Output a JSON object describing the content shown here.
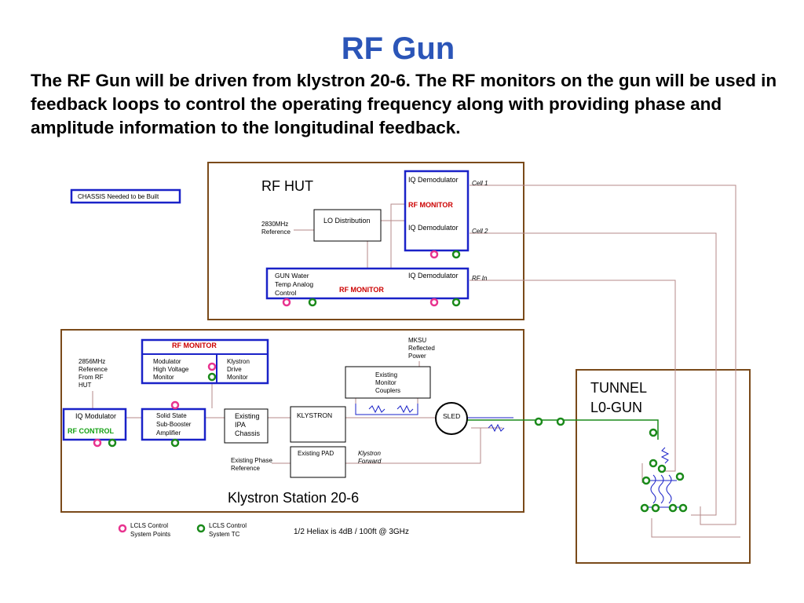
{
  "title": "RF Gun",
  "intro": "The RF Gun will be driven from klystron 20-6.  The RF monitors on the gun will be used in feedback loops to control the operating frequency along with providing phase and amplitude information to the longitudinal feedback.",
  "chassis_note": "CHASSIS Needed to be Built",
  "rf_hut": {
    "label": "RF HUT",
    "lo_distribution": "LO Distribution",
    "ref_2830": [
      "2830MHz",
      "Reference"
    ],
    "iq_demod_1": "IQ Demodulator",
    "rf_monitor_top": "RF MONITOR",
    "iq_demod_2": "IQ Demodulator",
    "iq_demod_3": "IQ Demodulator",
    "gun_water": [
      "GUN Water",
      "Temp Analog",
      "Control"
    ],
    "rf_monitor_bottom": "RF MONITOR",
    "cell1": "Cell 1",
    "cell2": "Cell 2",
    "rf_in": "RF In"
  },
  "klystron_station": {
    "label": "Klystron Station 20-6",
    "rf_monitor": "RF MONITOR",
    "modulator_hv": [
      "Modulator",
      "High Voltage",
      "Monitor"
    ],
    "klystron_drive": [
      "Klystron",
      "Drive",
      "Monitor"
    ],
    "ref_2856": [
      "2856MHz",
      "Reference",
      "From RF",
      "HUT"
    ],
    "iq_modulator": "IQ Modulator",
    "rf_control": "RF CONTROL",
    "solid_state": [
      "Solid State",
      "Sub-Booster",
      "Amplifier"
    ],
    "existing_ipa": [
      "Existing",
      "IPA",
      "Chassis"
    ],
    "klystron": "KLYSTRON",
    "existing_monitor": [
      "Existing",
      "Monitor",
      "Couplers"
    ],
    "mksu": [
      "MKSU",
      "Reflected",
      "Power"
    ],
    "sled": "SLED",
    "existing_pad": "Existing PAD",
    "existing_phase": [
      "Existing Phase",
      "Reference"
    ],
    "klystron_forward": [
      "Klystron",
      "Forward"
    ]
  },
  "tunnel": {
    "label": [
      "TUNNEL",
      "L0-GUN"
    ]
  },
  "legend": {
    "pink": [
      "LCLS Control",
      "System Points"
    ],
    "green": [
      "LCLS Control",
      "System TC"
    ],
    "pink_color": "#e8338f",
    "green_color": "#1a8a1a"
  },
  "heliax_note": "1/2 Heliax is 4dB / 100ft @ 3GHz",
  "colors": {
    "title": "#2b55b8",
    "frame_brown": "#7a4a1a",
    "box_blue": "#1a22c8",
    "monitor_red": "#cc0000",
    "control_green": "#13a013",
    "line_mauve": "#b58a8a",
    "link_green": "#1a8a1a"
  }
}
